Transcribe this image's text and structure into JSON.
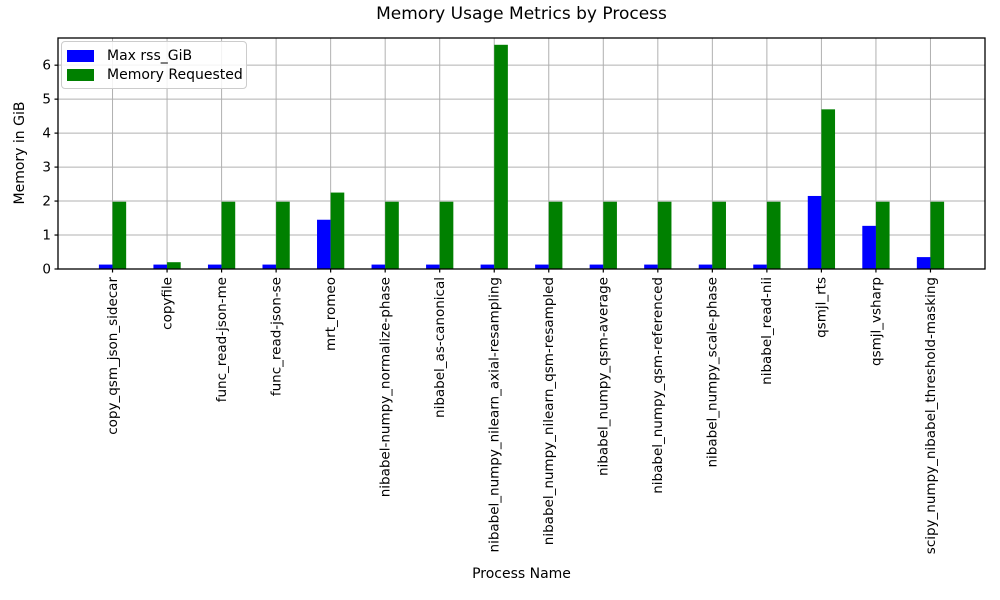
{
  "chart_data": {
    "type": "bar",
    "title": "Memory Usage Metrics by Process",
    "xlabel": "Process Name",
    "ylabel": "Memory in GiB",
    "categories": [
      "copy_qsm_json_sidecar",
      "copyfile",
      "func_read-json-me",
      "func_read-json-se",
      "mrt_romeo",
      "nibabel-numpy_normalize-phase",
      "nibabel_as-canonical",
      "nibabel_numpy_nilearn_axial-resampling",
      "nibabel_numpy_nilearn_qsm-resampled",
      "nibabel_numpy_qsm-average",
      "nibabel_numpy_qsm-referenced",
      "nibabel_numpy_scale-phase",
      "nibabel_read-nii",
      "qsmjl_rts",
      "qsmjl_vsharp",
      "scipy_numpy_nibabel_threshold-masking"
    ],
    "series": [
      {
        "name": "Max rss_GiB",
        "color": "#0000ff",
        "values": [
          0.13,
          0.13,
          0.13,
          0.13,
          1.45,
          0.13,
          0.13,
          0.13,
          0.13,
          0.13,
          0.13,
          0.13,
          0.13,
          2.15,
          1.27,
          0.35
        ]
      },
      {
        "name": "Memory Requested",
        "color": "#008000",
        "values": [
          1.98,
          0.2,
          1.98,
          1.98,
          2.25,
          1.98,
          1.98,
          6.6,
          1.98,
          1.98,
          1.98,
          1.98,
          1.98,
          4.7,
          1.98,
          1.98
        ]
      }
    ],
    "ylim": [
      0,
      6.8
    ],
    "yticks": [
      0,
      1,
      2,
      3,
      4,
      5,
      6
    ],
    "grid": true,
    "legend_position": "upper left",
    "grid_color": "#b0b0b0"
  }
}
